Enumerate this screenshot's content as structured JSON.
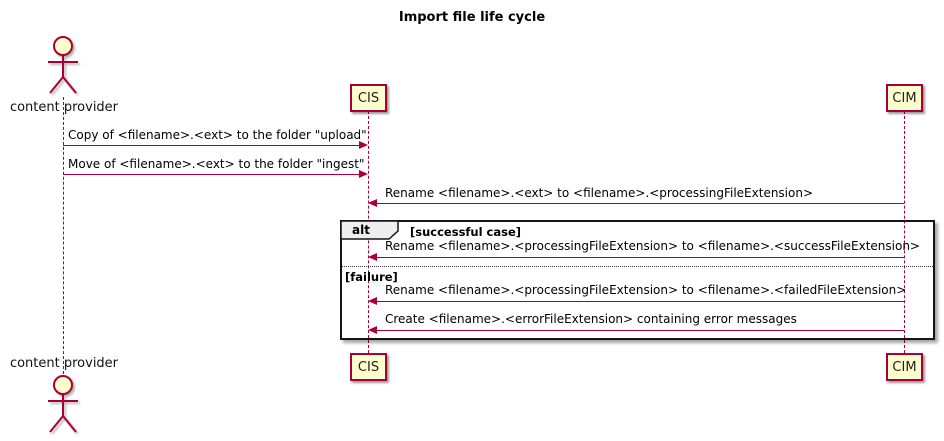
{
  "title": "Import file life cycle",
  "diagram_type": "sequence",
  "colors": {
    "accent": "#A80036",
    "participant_fill": "#FEFECE",
    "alt_tab_fill": "#EEEEEE",
    "frame_border": "#151515",
    "text": "#000000"
  },
  "actor": {
    "label": "content provider"
  },
  "participants": [
    {
      "name": "CIS"
    },
    {
      "name": "CIM"
    }
  ],
  "messages": [
    {
      "from": "content provider",
      "to": "CIS",
      "direction": "right",
      "text": "Copy of <filename>.<ext> to the folder \"upload\""
    },
    {
      "from": "content provider",
      "to": "CIS",
      "direction": "right",
      "text": "Move of <filename>.<ext> to the folder \"ingest\""
    },
    {
      "from": "CIM",
      "to": "CIS",
      "direction": "left",
      "text": "Rename <filename>.<ext> to <filename>.<processingFileExtension>"
    },
    {
      "from": "CIM",
      "to": "CIS",
      "direction": "left",
      "text": "Rename <filename>.<processingFileExtension> to <filename>.<successFileExtension>"
    },
    {
      "from": "CIM",
      "to": "CIS",
      "direction": "left",
      "text": "Rename <filename>.<processingFileExtension> to <filename>.<failedFileExtension>"
    },
    {
      "from": "CIM",
      "to": "CIS",
      "direction": "left",
      "text": "Create <filename>.<errorFileExtension> containing error messages"
    }
  ],
  "alt_frame": {
    "label": "alt",
    "guards": [
      "[successful case]",
      "[failure]"
    ]
  }
}
